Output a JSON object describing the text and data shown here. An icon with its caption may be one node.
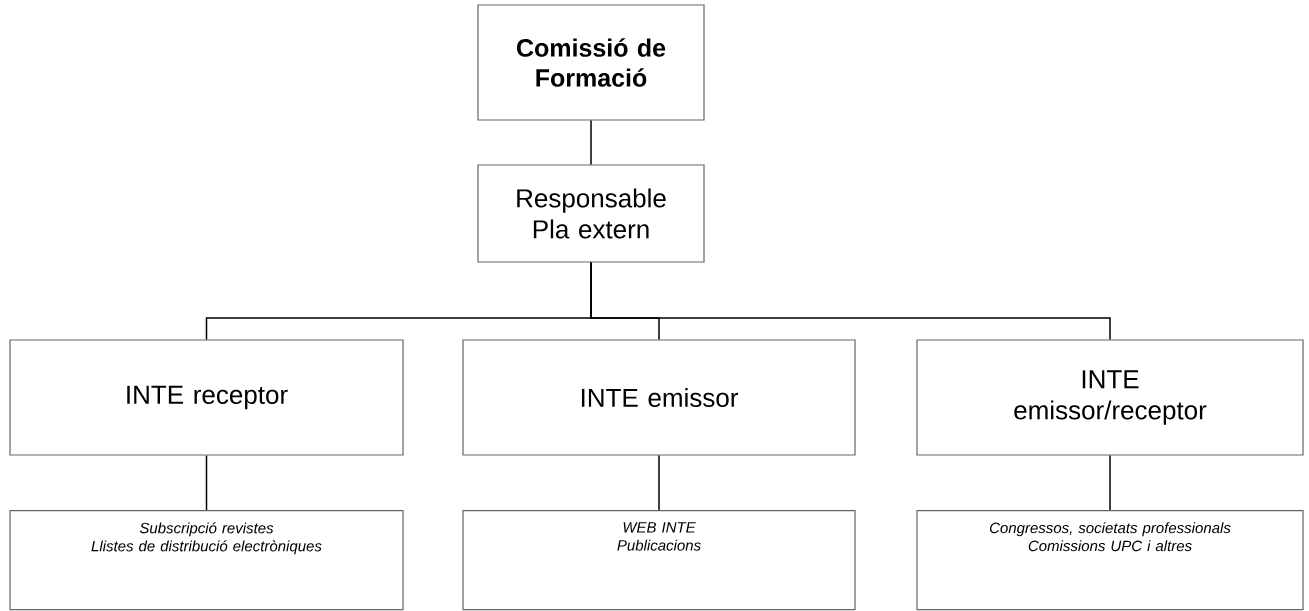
{
  "diagram": {
    "nodes": [
      {
        "text": [
          "Comissió de Formació"
        ]
      },
      {
        "text": [
          "Responsable Pla extern"
        ]
      },
      {
        "text": [
          "INTE receptor"
        ]
      },
      {
        "text": [
          "INTE emissor"
        ]
      },
      {
        "text": [
          "INTE emissor/receptor"
        ]
      },
      {
        "text": [
          "Subscripció revistes",
          "Llistes de distribució electròniques"
        ]
      },
      {
        "text": [
          "WEB INTE",
          "Publicacions"
        ]
      },
      {
        "text": [
          "Congressos, societats professionals",
          "Comissions UPC i altres"
        ]
      }
    ],
    "edges": [
      {
        "from": 0,
        "to": 1,
        "arrow": "none"
      },
      {
        "from": 1,
        "to": 2,
        "arrow": "none"
      },
      {
        "from": 1,
        "to": 3,
        "arrow": "none"
      },
      {
        "from": 1,
        "to": 4,
        "arrow": "none"
      },
      {
        "from": 2,
        "to": 5,
        "arrow": "none"
      },
      {
        "from": 3,
        "to": 6,
        "arrow": "none"
      },
      {
        "from": 4,
        "to": 7,
        "arrow": "none"
      }
    ]
  }
}
